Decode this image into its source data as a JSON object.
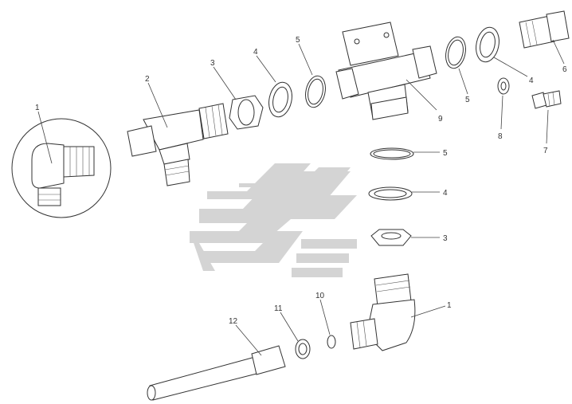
{
  "callouts": {
    "c1a": "1",
    "c2": "2",
    "c3a": "3",
    "c4a": "4",
    "c5a": "5",
    "c6": "6",
    "c4b": "4",
    "c5b": "5",
    "c9": "9",
    "c8": "8",
    "c7": "7",
    "c5c": "5",
    "c4c": "4",
    "c3b": "3",
    "c1b": "1",
    "c10": "10",
    "c11": "11",
    "c12": "12"
  },
  "colors": {
    "line": "#333333",
    "watermark": "#d4d4d4",
    "background": "#ffffff"
  }
}
